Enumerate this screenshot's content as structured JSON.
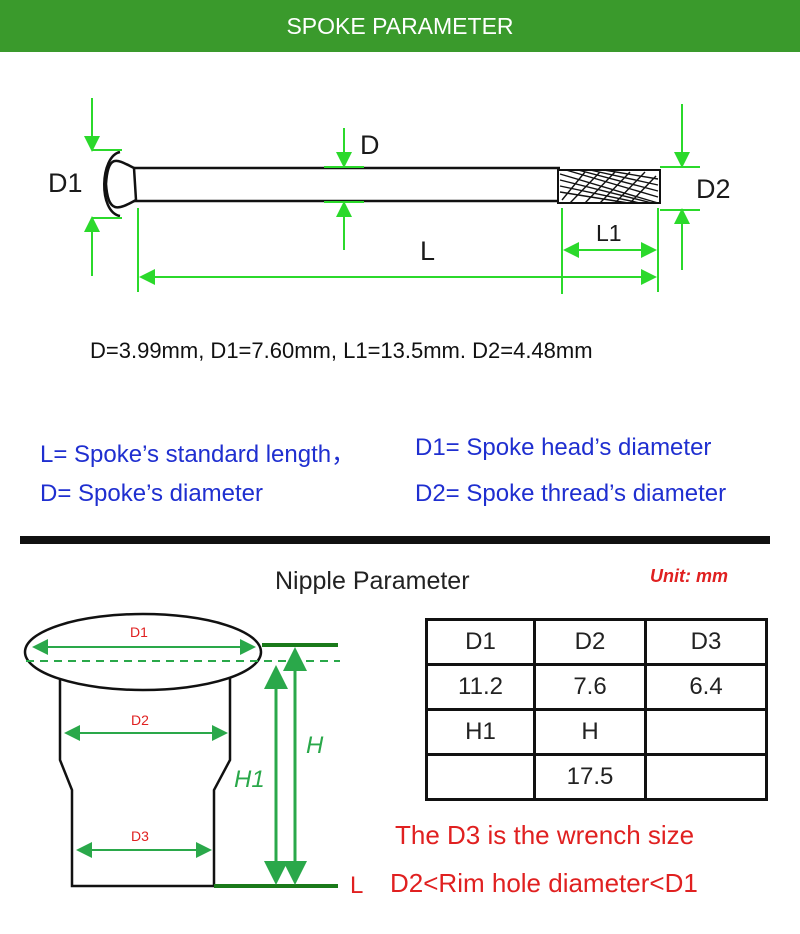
{
  "banner": {
    "title": "SPOKE PARAMETER"
  },
  "spoke_diagram": {
    "labels": {
      "D": "D",
      "D1": "D1",
      "D2": "D2",
      "L": "L",
      "L1": "L1"
    },
    "colors": {
      "dimension_line": "#2bd92b",
      "outline": "#111111"
    }
  },
  "dimensions_text": "D=3.99mm, D1=7.60mm, L1=13.5mm. D2=4.48mm",
  "legend": {
    "L": "L= Spoke’s standard length，",
    "D1": "D1= Spoke head’s diameter",
    "D": "D= Spoke’s diameter",
    "D2": "D2= Spoke thread’s diameter",
    "color": "#1f2fd0"
  },
  "nipple": {
    "title": "Nipple Parameter",
    "unit": "Unit: mm",
    "labels": {
      "D1": "D1",
      "D2": "D2",
      "D3": "D3",
      "H": "H",
      "H1": "H1",
      "L": "L"
    },
    "colors": {
      "dimension": "#2aa84a",
      "baseline": "#1a7a1a",
      "red": "#e02020"
    },
    "table": [
      [
        "D1",
        "D2",
        "D3"
      ],
      [
        "11.2",
        "7.6",
        "6.4"
      ],
      [
        "H1",
        "H",
        ""
      ],
      [
        "",
        "17.5",
        ""
      ]
    ],
    "notes": {
      "wrench": "The D3 is the wrench size",
      "rim": "D2<Rim hole diameter<D1"
    }
  }
}
